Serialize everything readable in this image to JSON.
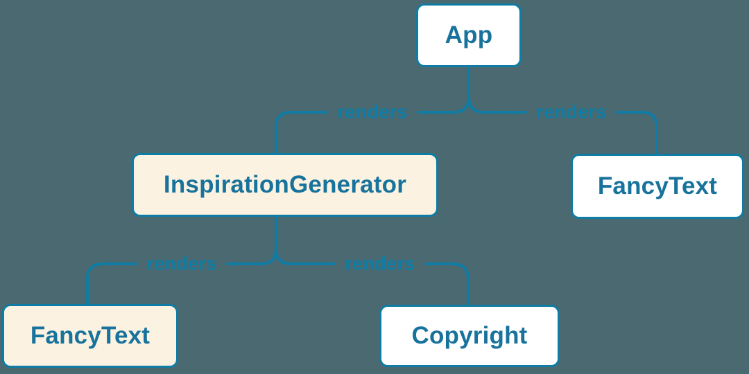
{
  "diagram": {
    "type": "render-tree",
    "nodes": [
      {
        "id": "app",
        "label": "App",
        "variant": "white"
      },
      {
        "id": "inspiration-generator",
        "label": "InspirationGenerator",
        "variant": "cream"
      },
      {
        "id": "fancy-text-top",
        "label": "FancyText",
        "variant": "white"
      },
      {
        "id": "fancy-text-bottom",
        "label": "FancyText",
        "variant": "cream"
      },
      {
        "id": "copyright",
        "label": "Copyright",
        "variant": "white"
      }
    ],
    "edges": [
      {
        "from": "app",
        "to": "inspiration-generator",
        "label": "renders"
      },
      {
        "from": "app",
        "to": "fancy-text-top",
        "label": "renders"
      },
      {
        "from": "inspiration-generator",
        "to": "fancy-text-bottom",
        "label": "renders"
      },
      {
        "from": "inspiration-generator",
        "to": "copyright",
        "label": "renders"
      }
    ],
    "colors": {
      "background": "#4a6971",
      "accent": "#0e7ca4",
      "node_text": "#18739c",
      "node_fill_white": "#ffffff",
      "node_fill_cream": "#fbf2e2"
    }
  }
}
